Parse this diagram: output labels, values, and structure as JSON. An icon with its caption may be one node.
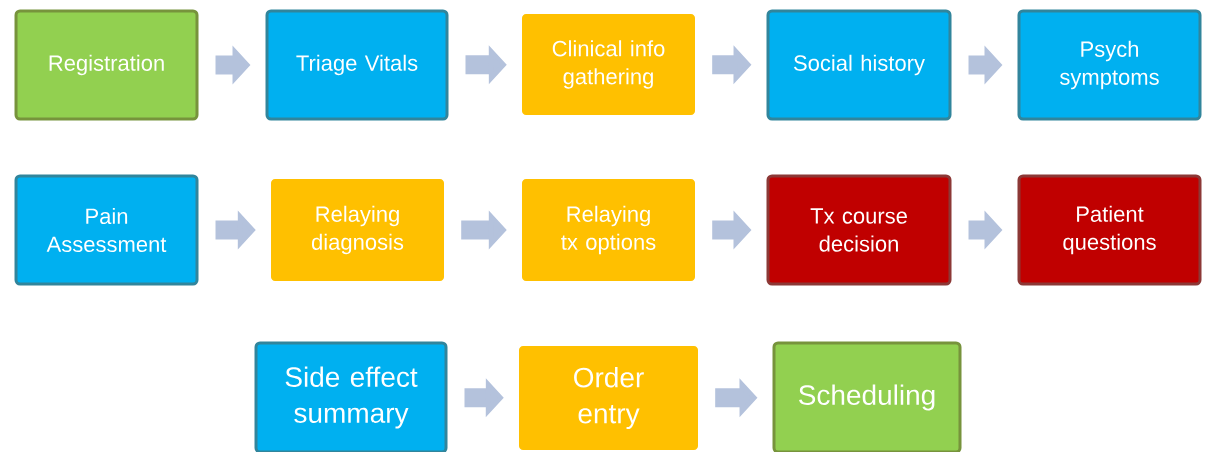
{
  "diagram": {
    "nodes": [
      {
        "text": [
          "Registration"
        ]
      },
      {
        "text": [
          "Triage Vitals"
        ]
      },
      {
        "text": [
          "Clinical info gathering"
        ]
      },
      {
        "text": [
          "Social history"
        ]
      },
      {
        "text": [
          "Psych symptoms"
        ]
      },
      {
        "text": [
          "Pain Assessment"
        ]
      },
      {
        "text": [
          "Relaying diagnosis"
        ]
      },
      {
        "text": [
          "Relaying tx options"
        ]
      },
      {
        "text": [
          "Tx course decision"
        ]
      },
      {
        "text": [
          "Patient questions"
        ]
      },
      {
        "text": [
          "Side effect summary"
        ]
      },
      {
        "text": [
          "Order entry"
        ]
      },
      {
        "text": [
          "Scheduling"
        ]
      }
    ],
    "edges": [
      {
        "from": 0,
        "to": 1,
        "arrow": "to"
      },
      {
        "from": 1,
        "to": 2,
        "arrow": "to"
      },
      {
        "from": 2,
        "to": 3,
        "arrow": "to"
      },
      {
        "from": 3,
        "to": 4,
        "arrow": "to"
      },
      {
        "from": 5,
        "to": 6,
        "arrow": "to"
      },
      {
        "from": 6,
        "to": 7,
        "arrow": "to"
      },
      {
        "from": 7,
        "to": 8,
        "arrow": "to"
      },
      {
        "from": 8,
        "to": 9,
        "arrow": "to"
      },
      {
        "from": 10,
        "to": 11,
        "arrow": "to"
      },
      {
        "from": 11,
        "to": 12,
        "arrow": "to"
      }
    ]
  }
}
